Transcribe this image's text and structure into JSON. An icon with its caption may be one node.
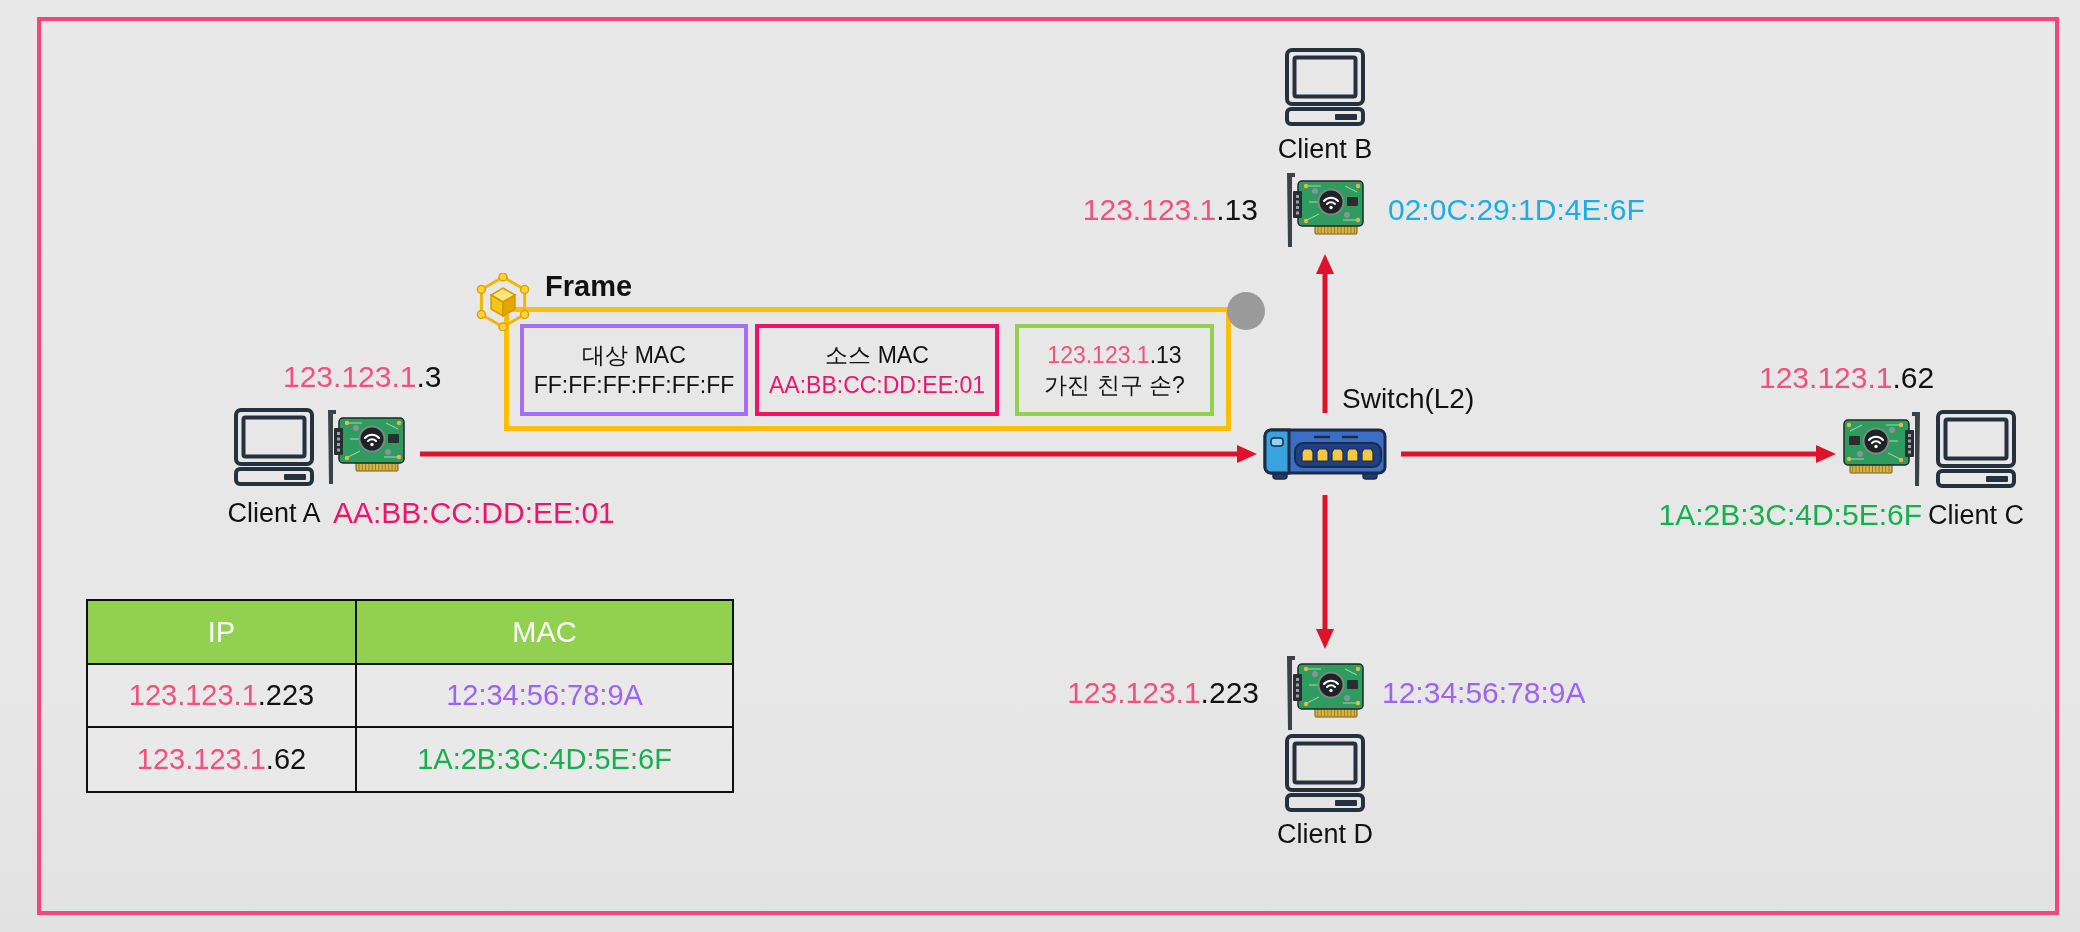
{
  "diagram": {
    "nodes": [
      {
        "text": [
          "Client B"
        ],
        "beside": [
          "123.123.1.13",
          "02:0C:29:1D:4E:6F"
        ]
      },
      {
        "text": [
          "Frame"
        ]
      },
      {
        "text": [
          "대상 MAC",
          "FF:FF:FF:FF:FF:FF"
        ],
        "in": 1
      },
      {
        "text": [
          "소스 MAC",
          "AA:BB:CC:DD:EE:01"
        ],
        "in": 1
      },
      {
        "text": [
          "123.123.1.13",
          "가진 친구 손?"
        ],
        "in": 1
      },
      {
        "text": [
          "Client A"
        ],
        "beside": [
          "123.123.1.3",
          "AA:BB:CC:DD:EE:01"
        ]
      },
      {
        "text": [],
        "shape": "picture",
        "beside": [
          "Switch(L2)"
        ]
      },
      {
        "text": [
          "Client C"
        ],
        "beside": [
          "123.123.1.62",
          "1A:2B:3C:4D:5E:6F"
        ]
      },
      {
        "text": [
          "Client D"
        ],
        "beside": [
          "123.123.1.223",
          "12:34:56:78:9A"
        ]
      }
    ],
    "edges": [
      {
        "from": 5,
        "to": 6,
        "arrow": "to"
      },
      {
        "from": 6,
        "to": 0,
        "arrow": "to"
      },
      {
        "from": 6,
        "to": 7,
        "arrow": "to"
      },
      {
        "from": 6,
        "to": 8,
        "arrow": "to"
      }
    ],
    "labels": [
      "IP",
      "MAC",
      "123.123.1.223",
      "12:34:56:78:9A",
      "123.123.1.62",
      "1A:2B:3C:4D:5E:6F"
    ]
  }
}
